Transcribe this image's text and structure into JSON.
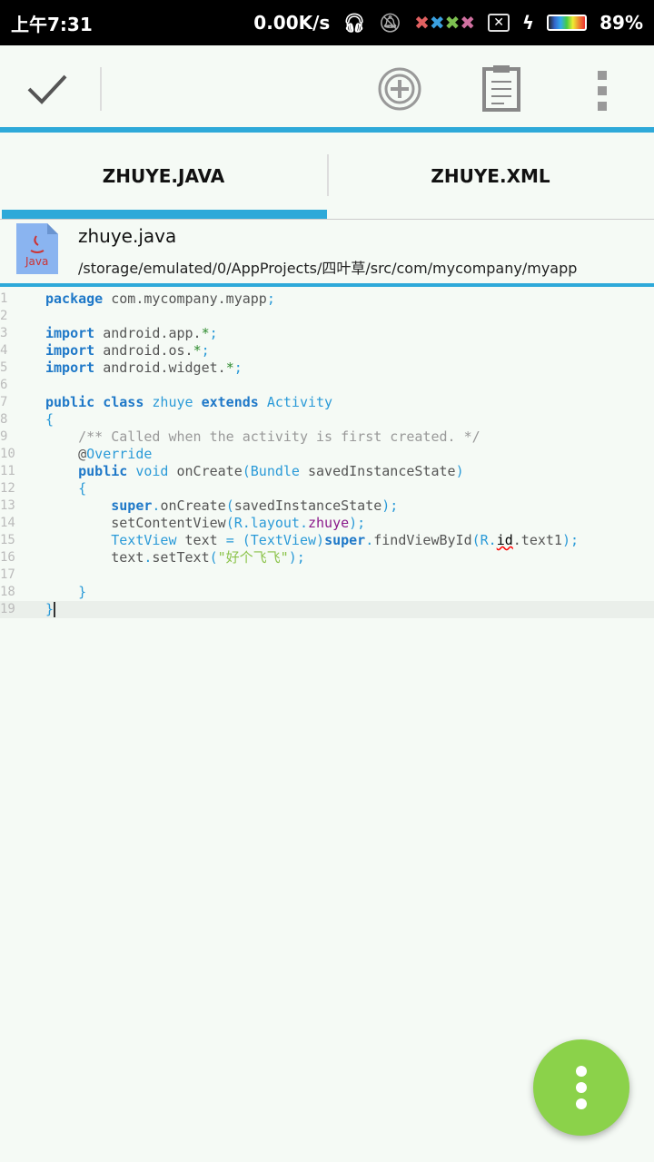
{
  "status": {
    "time": "上午7:31",
    "net_speed": "0.00K/s",
    "battery": "89%"
  },
  "toolbar": {
    "confirm": "check-icon",
    "add": "add-circle-icon",
    "clipboard": "clipboard-icon",
    "more": "more-vert-icon"
  },
  "tabs": [
    {
      "label": "ZHUYE.JAVA",
      "active": true
    },
    {
      "label": "ZHUYE.XML",
      "active": false
    }
  ],
  "file": {
    "name": "zhuye.java",
    "path": "/storage/emulated/0/AppProjects/四叶草/src/com/mycompany/myapp",
    "icon_label": "Java"
  },
  "editor": {
    "current_line": 19,
    "lines": [
      [
        [
          "kw",
          "package"
        ],
        [
          "pl",
          " com.mycompany.myapp"
        ],
        [
          "ty",
          ";"
        ]
      ],
      [],
      [
        [
          "kw",
          "import"
        ],
        [
          "pl",
          " android.app."
        ],
        [
          "gr",
          "*"
        ],
        [
          "ty",
          ";"
        ]
      ],
      [
        [
          "kw",
          "import"
        ],
        [
          "pl",
          " android.os."
        ],
        [
          "gr",
          "*"
        ],
        [
          "ty",
          ";"
        ]
      ],
      [
        [
          "kw",
          "import"
        ],
        [
          "pl",
          " android.widget."
        ],
        [
          "gr",
          "*"
        ],
        [
          "ty",
          ";"
        ]
      ],
      [],
      [
        [
          "kw",
          "public class "
        ],
        [
          "ty",
          "zhuye "
        ],
        [
          "kw",
          "extends "
        ],
        [
          "ty",
          "Activity"
        ]
      ],
      [
        [
          "ty",
          "{"
        ]
      ],
      [
        [
          "pl",
          "    "
        ],
        [
          "cm",
          "/** Called when the activity is first created. */"
        ]
      ],
      [
        [
          "pl",
          "    @"
        ],
        [
          "ty",
          "Override"
        ]
      ],
      [
        [
          "kw",
          "    public "
        ],
        [
          "ty",
          "void "
        ],
        [
          "pl",
          "onCreate"
        ],
        [
          "ty",
          "(Bundle "
        ],
        [
          "pl",
          "savedInstanceState"
        ],
        [
          "ty",
          ")"
        ]
      ],
      [
        [
          "ty",
          "    {"
        ]
      ],
      [
        [
          "kw",
          "        super"
        ],
        [
          "ty",
          "."
        ],
        [
          "pl",
          "onCreate"
        ],
        [
          "ty",
          "("
        ],
        [
          "pl",
          "savedInstanceState"
        ],
        [
          "ty",
          ");"
        ]
      ],
      [
        [
          "pl",
          "        setContentView"
        ],
        [
          "ty",
          "(R.layout."
        ],
        [
          "pu",
          "zhuye"
        ],
        [
          "ty",
          ");"
        ]
      ],
      [
        [
          "ty",
          "        TextView "
        ],
        [
          "pl",
          "text "
        ],
        [
          "ty",
          "= (TextView)"
        ],
        [
          "kw",
          "super"
        ],
        [
          "ty",
          "."
        ],
        [
          "pl",
          "findViewById"
        ],
        [
          "ty",
          "(R."
        ],
        [
          "err",
          "id"
        ],
        [
          "pl",
          ".text1"
        ],
        [
          "ty",
          ");"
        ]
      ],
      [
        [
          "pl",
          "        text"
        ],
        [
          "ty",
          "."
        ],
        [
          "pl",
          "setText"
        ],
        [
          "ty",
          "("
        ],
        [
          "st",
          "\"好个飞飞\""
        ],
        [
          "ty",
          ");"
        ]
      ],
      [],
      [
        [
          "ty",
          "    }"
        ]
      ],
      [
        [
          "ty",
          "}"
        ]
      ]
    ]
  },
  "fab": {
    "icon": "more-vert-icon"
  }
}
